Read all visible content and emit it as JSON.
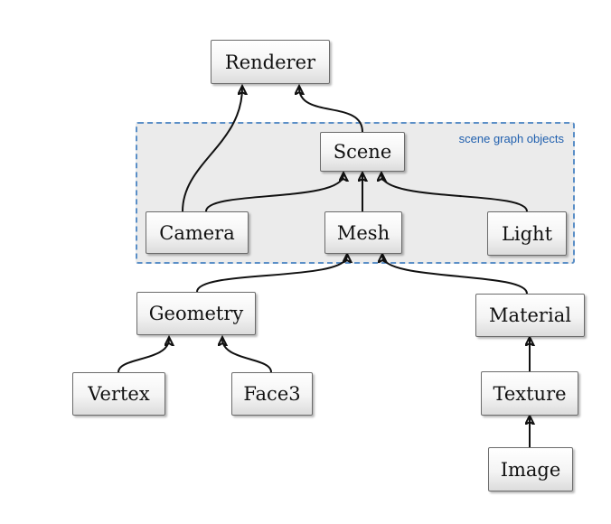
{
  "group": {
    "label": "scene graph objects",
    "border_color": "#5b8fc7",
    "label_color": "#1f5fae",
    "fill_color": "#ebebeb"
  },
  "nodes": {
    "renderer": "Renderer",
    "scene": "Scene",
    "camera": "Camera",
    "mesh": "Mesh",
    "light": "Light",
    "geometry": "Geometry",
    "material": "Material",
    "vertex": "Vertex",
    "face3": "Face3",
    "texture": "Texture",
    "image": "Image"
  },
  "edges": [
    {
      "from": "camera",
      "to": "renderer"
    },
    {
      "from": "scene",
      "to": "renderer"
    },
    {
      "from": "camera",
      "to": "scene"
    },
    {
      "from": "mesh",
      "to": "scene"
    },
    {
      "from": "light",
      "to": "scene"
    },
    {
      "from": "geometry",
      "to": "mesh"
    },
    {
      "from": "material",
      "to": "mesh"
    },
    {
      "from": "vertex",
      "to": "geometry"
    },
    {
      "from": "face3",
      "to": "geometry"
    },
    {
      "from": "texture",
      "to": "material"
    },
    {
      "from": "image",
      "to": "texture"
    }
  ]
}
